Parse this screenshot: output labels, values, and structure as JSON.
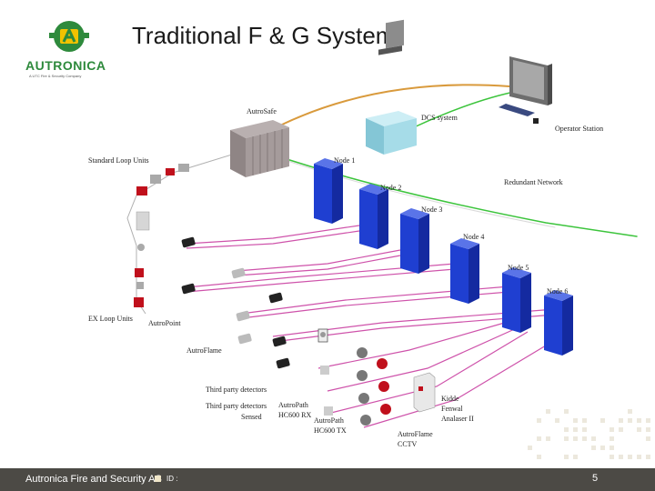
{
  "header": {
    "title": "Traditional F & G System",
    "logo_word": "AUTRONICA",
    "logo_subtitle": "A UTC Fire & Security Company"
  },
  "labels": {
    "autrosafe": "AutroSafe",
    "dcs": "DCS system",
    "operator": "Operator Station",
    "standard_loop": "Standard Loop Units",
    "node1": "Node 1",
    "redundant": "Redundant Network",
    "node2": "Node 2",
    "node3": "Node 3",
    "node4": "Node 4",
    "node5": "Node 5",
    "node6": "Node 6",
    "ex_loop": "EX Loop Units",
    "autropoint": "AutroPoint",
    "autroflame": "AutroFlame",
    "third_party": "Third party detectors",
    "third_party_sensed_1": "Third party detectors",
    "third_party_sensed_2": "Sensed",
    "autropath_rx_1": "AutroPath",
    "autropath_rx_2": "HC600 RX",
    "autropath_tx_1": "AutroPath",
    "autropath_tx_2": "HC600 TX",
    "kidde_1": "Kidde",
    "kidde_2": "Fenwal",
    "kidde_3": "Analaser II",
    "autroflame_cctv_1": "AutroFlame",
    "autroflame_cctv_2": "CCTV"
  },
  "footer": {
    "company": "Autronica Fire and Security AS",
    "id_label": "ID :",
    "page_number": "5"
  },
  "colors": {
    "brand_green": "#2e8a3c",
    "logo_yellow": "#f2c200",
    "node_blue": "#1f3fd1",
    "loop_magenta": "#c6359c",
    "network_green": "#3cc43c",
    "network_orange": "#d99a3c",
    "footer_bg": "#4c4a45"
  }
}
